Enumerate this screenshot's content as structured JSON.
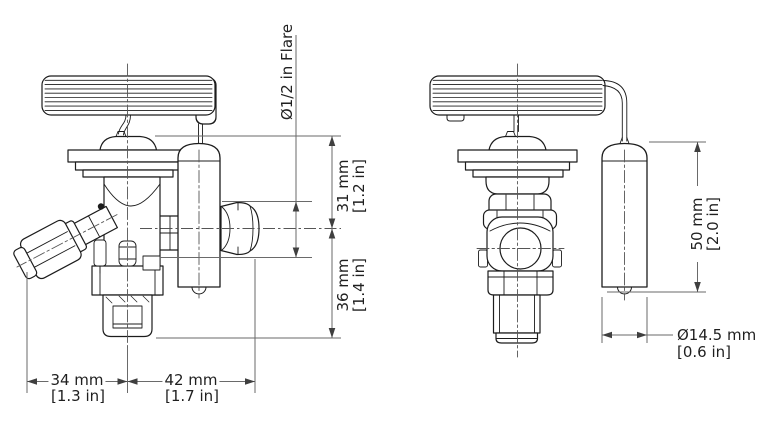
{
  "drawing": {
    "description": "Thermostatic expansion valve, two orthographic views with dimensions",
    "dimensions": {
      "connection_flare": {
        "label": "Ø1/2 in Flare"
      },
      "upper_height": {
        "metric": "31 mm",
        "imperial": "[1.2 in]"
      },
      "lower_height": {
        "metric": "36 mm",
        "imperial": "[1.4 in]"
      },
      "inlet_offset": {
        "metric": "34 mm",
        "imperial": "[1.3 in]"
      },
      "outlet_offset": {
        "metric": "42 mm",
        "imperial": "[1.7 in]"
      },
      "bulb_length": {
        "metric": "50 mm",
        "imperial": "[2.0 in]"
      },
      "bulb_diameter": {
        "metric": "Ø14.5 mm",
        "imperial": "[0.6 in]"
      }
    },
    "colors": {
      "part_line": "#1c1c1c",
      "dimension_line": "#6a6a6a",
      "centerline": "#555555",
      "text": "#1f1f1f",
      "background": "#ffffff"
    }
  }
}
